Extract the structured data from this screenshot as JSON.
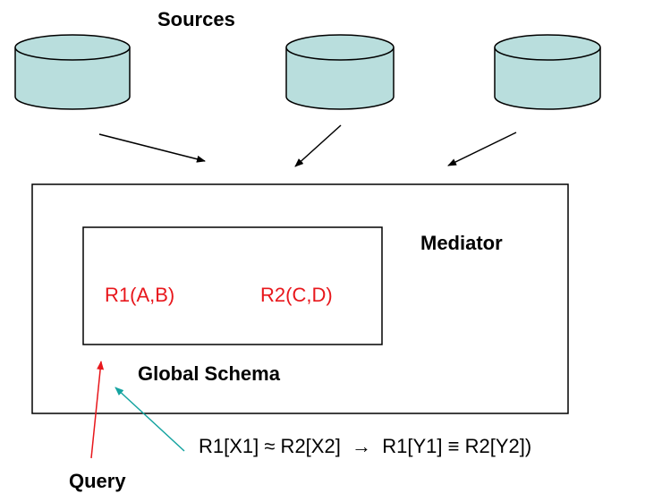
{
  "labels": {
    "sources": "Sources",
    "mediator": "Mediator",
    "global_schema": "Global Schema",
    "query": "Query"
  },
  "relations": [
    "R1(A,B)",
    "R2(C,D)"
  ],
  "constraint": "R1[X1] ≈ R2[X2]  →  R1[Y1] ≡ R2[Y2])",
  "colors": {
    "cylinder_fill": "#b9dedd",
    "relation_text": "#e8171c",
    "query_arrow": "#e8171c",
    "constraint_arrow": "#14a3a0"
  }
}
